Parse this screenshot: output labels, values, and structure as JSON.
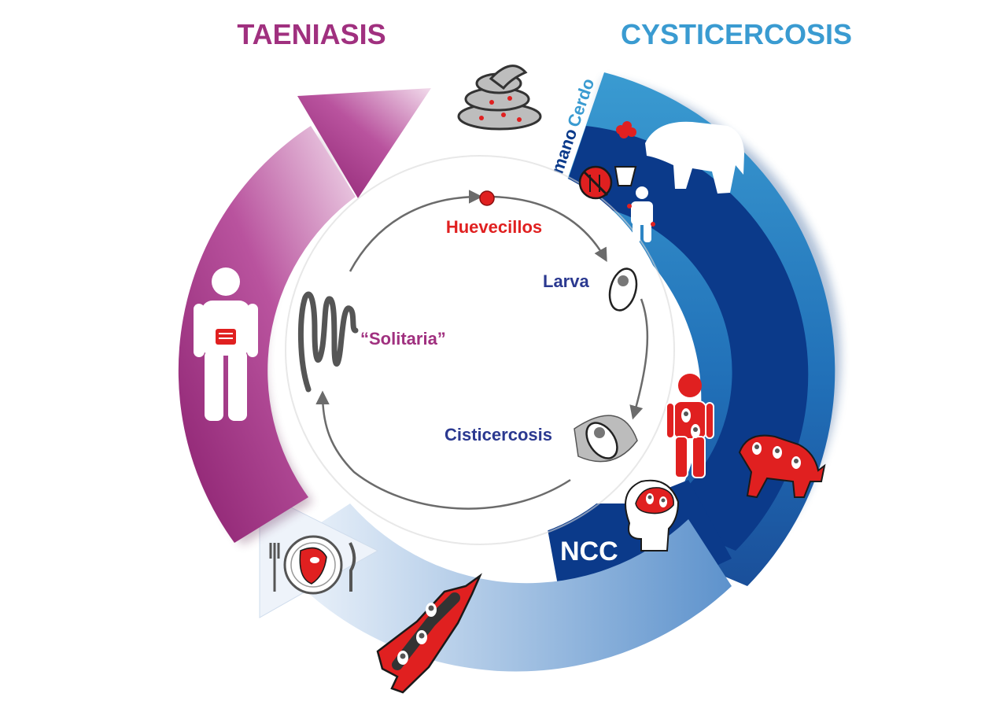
{
  "titles": {
    "left": "TAENIASIS",
    "right": "CYSTICERCOSIS"
  },
  "band_labels": {
    "human": "Humano",
    "pig": "Cerdo"
  },
  "stages": {
    "eggs": "Huevecillos",
    "larva": "Larva",
    "cyst": "Cisticercosis",
    "tapeworm": "“Solitaria”",
    "ncc": "NCC"
  },
  "colors": {
    "taeniasis": "#a0307f",
    "cysticercosis": "#3a9bd1",
    "navy": "#0b3a8a",
    "red": "#e02020",
    "gray": "#707070"
  },
  "icons": [
    "feces-icon",
    "human-intestine-icon",
    "pig-icon",
    "no-eating-icon",
    "infected-human-icon",
    "infected-pig-icon",
    "brain-cyst-icon",
    "meat-plate-icon",
    "infected-meat-icon",
    "tapeworm-icon",
    "egg-icon",
    "larva-icon",
    "cyst-icon"
  ]
}
